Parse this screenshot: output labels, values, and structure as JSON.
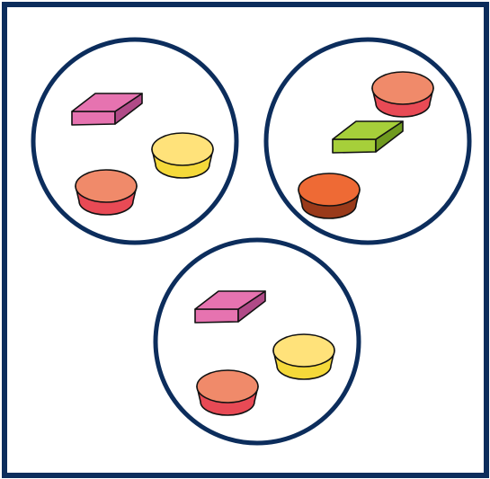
{
  "colors": {
    "frame": "#0c2d5c",
    "circle_stroke": "#0c2d5c",
    "outline": "#111111",
    "background": "#ffffff"
  },
  "groups": [
    {
      "name": "group-top-left",
      "objects": [
        {
          "shape": "rectangular-block",
          "color": "pink",
          "fill": "#e673b0",
          "shade": "#b04a87"
        },
        {
          "shape": "round-disc",
          "color": "yellow",
          "fill": "#ffe27a",
          "shade": "#f5d93a"
        },
        {
          "shape": "round-disc",
          "color": "red",
          "fill": "#f08a6a",
          "shade": "#e84a55"
        }
      ]
    },
    {
      "name": "group-top-right",
      "objects": [
        {
          "shape": "round-disc",
          "color": "red",
          "fill": "#f08a6a",
          "shade": "#e84a55"
        },
        {
          "shape": "rectangular-block",
          "color": "green",
          "fill": "#a6cf3a",
          "shade": "#6f9a1f"
        },
        {
          "shape": "round-disc",
          "color": "orange-brown",
          "fill": "#ee6a35",
          "shade": "#9a3a1a"
        }
      ]
    },
    {
      "name": "group-bottom",
      "objects": [
        {
          "shape": "rectangular-block",
          "color": "pink",
          "fill": "#e673b0",
          "shade": "#b04a87"
        },
        {
          "shape": "round-disc",
          "color": "yellow",
          "fill": "#ffe27a",
          "shade": "#f5d93a"
        },
        {
          "shape": "round-disc",
          "color": "red",
          "fill": "#f08a6a",
          "shade": "#e84a55"
        }
      ]
    }
  ]
}
